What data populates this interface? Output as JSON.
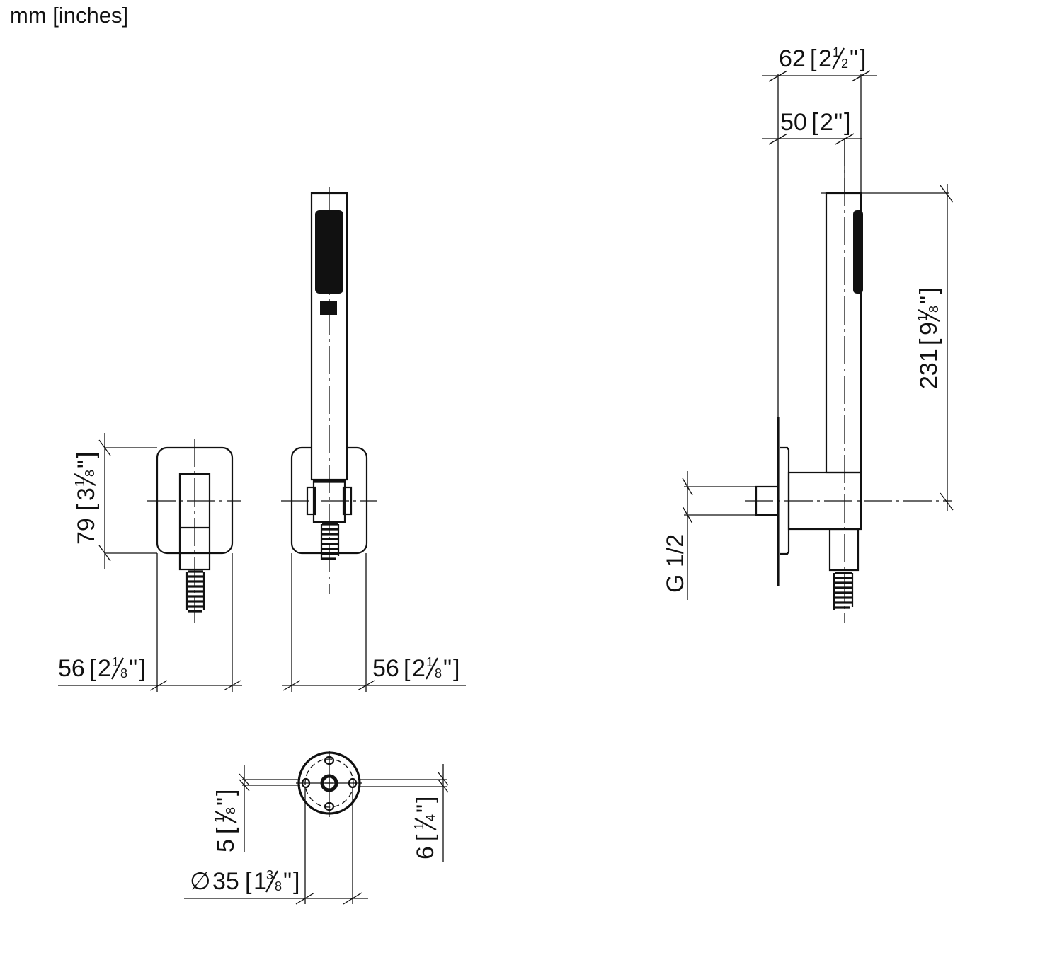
{
  "units_label": "mm [inches]",
  "views": {
    "wall_bracket_front": {
      "height_dim": {
        "mm": "79",
        "inch_whole": "3",
        "inch_num": "1",
        "inch_den": "8"
      },
      "width_dim": {
        "mm": "56",
        "inch_whole": "2",
        "inch_num": "1",
        "inch_den": "8"
      }
    },
    "hand_shower_front": {
      "width_dim": {
        "mm": "56",
        "inch_whole": "2",
        "inch_num": "1",
        "inch_den": "8"
      }
    },
    "side_view": {
      "overall_depth_dim": {
        "mm": "62",
        "inch_whole": "2",
        "inch_num": "1",
        "inch_den": "2"
      },
      "shower_depth_dim": {
        "mm": "50",
        "inch_whole": "2",
        "inch_num": "",
        "inch_den": ""
      },
      "height_dim": {
        "mm": "231",
        "inch_whole": "9",
        "inch_num": "1",
        "inch_den": "8"
      },
      "thread_label": "G 1/2"
    },
    "mounting_plate": {
      "diameter_symbol": "∅",
      "diameter_dim": {
        "mm": "35",
        "inch_whole": "1",
        "inch_num": "3",
        "inch_den": "8"
      },
      "left_offset_dim": {
        "mm": "5",
        "inch_whole": "",
        "inch_num": "1",
        "inch_den": "8"
      },
      "right_offset_dim": {
        "mm": "6",
        "inch_whole": "",
        "inch_num": "1",
        "inch_den": "4"
      }
    }
  },
  "inch_mark": "\""
}
